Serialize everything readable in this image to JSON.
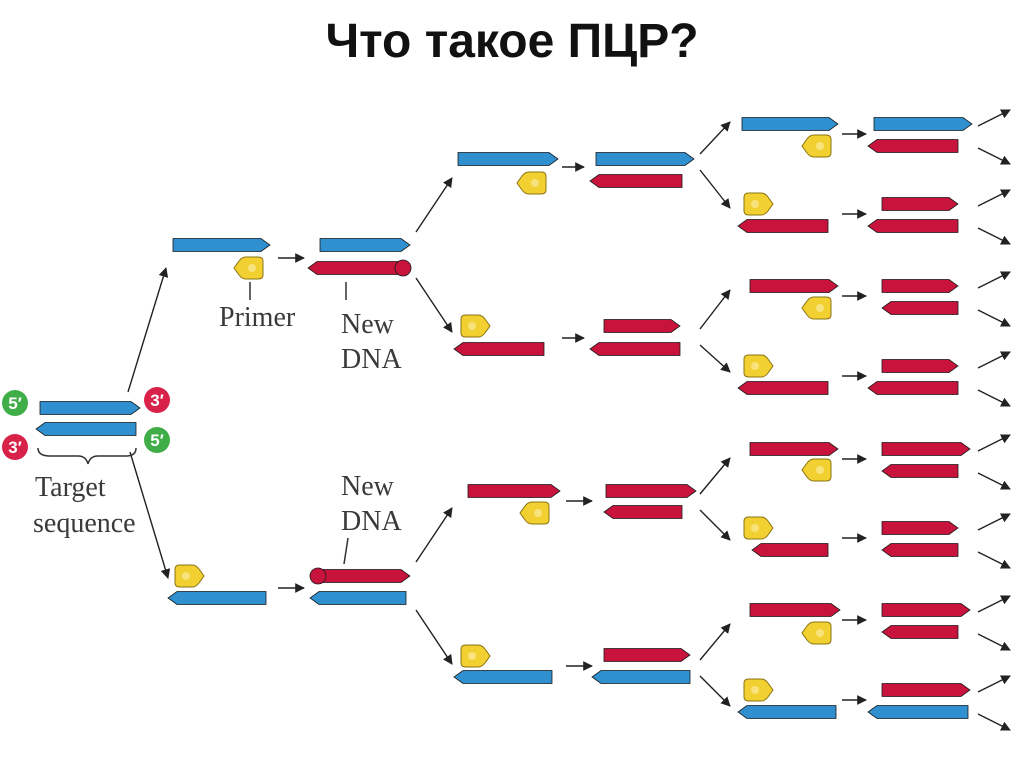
{
  "title": "Что такое ПЦР?",
  "labels": {
    "primer": "Primer",
    "new_dna_line1": "New",
    "new_dna_line2": "DNA",
    "target_line1": "Target",
    "target_line2": "sequence",
    "five_prime": "5′",
    "three_prime": "3′"
  },
  "colors": {
    "template_strand": "#2f8fcf",
    "new_strand": "#c8143c",
    "primer": "#f2d032",
    "five_prime_end": "#3fae49",
    "three_prime_end": "#d8224a",
    "arrow": "#222222"
  }
}
